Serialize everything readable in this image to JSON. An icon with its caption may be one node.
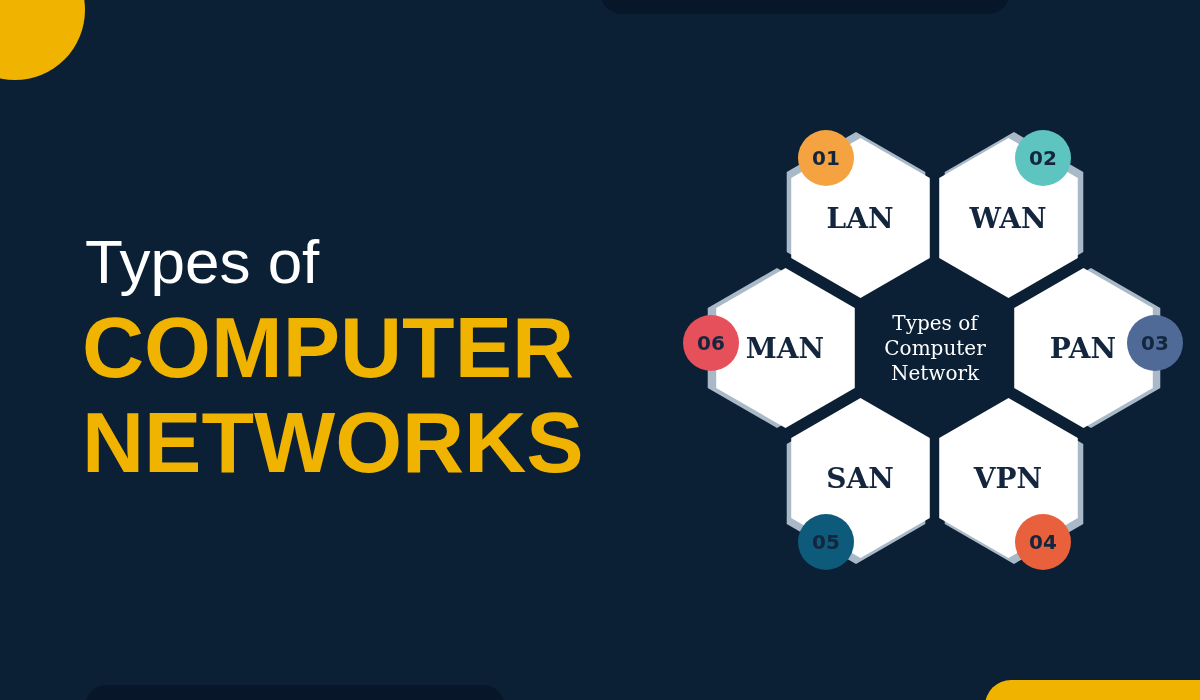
{
  "diagram": {
    "nodes": [
      {
        "text": [
          "Types of Computer Network"
        ]
      },
      {
        "text": [
          "LAN"
        ]
      },
      {
        "text": [
          "WAN"
        ]
      },
      {
        "text": [
          "MAN"
        ]
      },
      {
        "text": [
          "PAN"
        ]
      },
      {
        "text": [
          "SAN"
        ]
      },
      {
        "text": [
          "VPN"
        ]
      },
      {
        "text": [
          "01"
        ]
      },
      {
        "text": [
          "02"
        ]
      },
      {
        "text": [
          "06"
        ]
      },
      {
        "text": [
          "03"
        ]
      },
      {
        "text": [
          "05"
        ]
      },
      {
        "text": [
          "04"
        ]
      }
    ],
    "labels": [
      "Types of",
      "COMPUTER NETWORKS"
    ]
  }
}
